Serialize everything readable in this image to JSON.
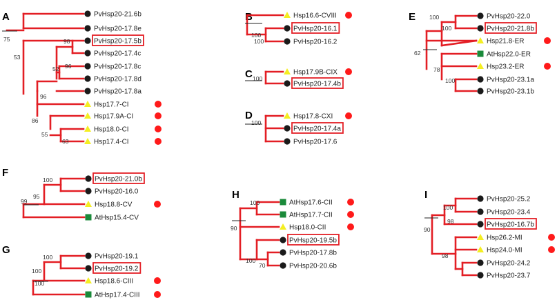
{
  "colors": {
    "branch": "#e31e24",
    "pv_marker": "#1a1a1a",
    "hsp_marker": "#f4ee22",
    "at_marker": "#1a8a3a",
    "dot": "#ff1a1a",
    "highlight_box": "#e31e24"
  },
  "markers": {
    "pv": "black-circle",
    "rice": "yellow-triangle",
    "arabidopsis": "green-square",
    "flag": "red-dot"
  },
  "panels": [
    {
      "letter": "A",
      "leaves": [
        {
          "label": "PvHsp20-21.6b",
          "marker": "pv",
          "boxed": false,
          "dot": false
        },
        {
          "label": "PvHsp20-17.8e",
          "marker": "pv",
          "boxed": false,
          "dot": false
        },
        {
          "label": "PvHsp20-17.5b",
          "marker": "pv",
          "boxed": true,
          "dot": false
        },
        {
          "label": "PvHsp20-17.4c",
          "marker": "pv",
          "boxed": false,
          "dot": false
        },
        {
          "label": "PvHsp20-17.8c",
          "marker": "pv",
          "boxed": false,
          "dot": false
        },
        {
          "label": "PvHsp20-17.8d",
          "marker": "pv",
          "boxed": false,
          "dot": false
        },
        {
          "label": "PvHsp20-17.8a",
          "marker": "pv",
          "boxed": false,
          "dot": false
        },
        {
          "label": "Hsp17.7-CI",
          "marker": "rice",
          "boxed": false,
          "dot": true
        },
        {
          "label": "Hsp17.9A-CI",
          "marker": "rice",
          "boxed": false,
          "dot": true
        },
        {
          "label": "Hsp18.0-CI",
          "marker": "rice",
          "boxed": false,
          "dot": true
        },
        {
          "label": "Hsp17.4-CI",
          "marker": "rice",
          "boxed": false,
          "dot": true
        }
      ],
      "bootstrap": [
        "75",
        "53",
        "98",
        "96",
        "52",
        "96",
        "86",
        "55",
        "63"
      ]
    },
    {
      "letter": "B",
      "leaves": [
        {
          "label": "Hsp16.6-CVIII",
          "marker": "rice",
          "boxed": false,
          "dot": true
        },
        {
          "label": "PvHsp20-16.1",
          "marker": "pv",
          "boxed": true,
          "dot": false
        },
        {
          "label": "PvHsp20-16.2",
          "marker": "pv",
          "boxed": false,
          "dot": false
        }
      ],
      "bootstrap": [
        "100",
        "100"
      ]
    },
    {
      "letter": "C",
      "leaves": [
        {
          "label": "Hsp17.9B-CIX",
          "marker": "rice",
          "boxed": false,
          "dot": true
        },
        {
          "label": "PvHsp20-17.4b",
          "marker": "pv",
          "boxed": true,
          "dot": false
        }
      ],
      "bootstrap": [
        "100"
      ]
    },
    {
      "letter": "D",
      "leaves": [
        {
          "label": "Hsp17.8-CXI",
          "marker": "rice",
          "boxed": false,
          "dot": true
        },
        {
          "label": "PvHsp20-17.4a",
          "marker": "pv",
          "boxed": true,
          "dot": false
        },
        {
          "label": "PvHsp20-17.6",
          "marker": "pv",
          "boxed": false,
          "dot": false
        }
      ],
      "bootstrap": [
        "100"
      ]
    },
    {
      "letter": "E",
      "leaves": [
        {
          "label": "PvHsp20-22.0",
          "marker": "pv",
          "boxed": false,
          "dot": false
        },
        {
          "label": "PvHsp20-21.8b",
          "marker": "pv",
          "boxed": true,
          "dot": false
        },
        {
          "label": "Hsp21.8-ER",
          "marker": "rice",
          "boxed": false,
          "dot": true
        },
        {
          "label": "AtHsp22.0-ER",
          "marker": "at",
          "boxed": false,
          "dot": false
        },
        {
          "label": "Hsp23.2-ER",
          "marker": "rice",
          "boxed": false,
          "dot": true
        },
        {
          "label": "PvHsp20-23.1a",
          "marker": "pv",
          "boxed": false,
          "dot": false
        },
        {
          "label": "PvHsp20-23.1b",
          "marker": "pv",
          "boxed": false,
          "dot": false
        }
      ],
      "bootstrap": [
        "100",
        "100",
        "62",
        "78",
        "100"
      ]
    },
    {
      "letter": "F",
      "leaves": [
        {
          "label": "PvHsp20-21.0b",
          "marker": "pv",
          "boxed": true,
          "dot": false
        },
        {
          "label": "PvHsp20-16.0",
          "marker": "pv",
          "boxed": false,
          "dot": false
        },
        {
          "label": "Hsp18.8-CV",
          "marker": "rice",
          "boxed": false,
          "dot": true
        },
        {
          "label": "AtHsp15.4-CV",
          "marker": "at",
          "boxed": false,
          "dot": false
        }
      ],
      "bootstrap": [
        "100",
        "95",
        "99"
      ]
    },
    {
      "letter": "G",
      "leaves": [
        {
          "label": "PvHsp20-19.1",
          "marker": "pv",
          "boxed": false,
          "dot": false
        },
        {
          "label": "PvHsp20-19.2",
          "marker": "pv",
          "boxed": true,
          "dot": false
        },
        {
          "label": "Hsp18.6-CIII",
          "marker": "rice",
          "boxed": false,
          "dot": true
        },
        {
          "label": "AtHsp17.4-CIII",
          "marker": "at",
          "boxed": false,
          "dot": true
        }
      ],
      "bootstrap": [
        "100",
        "100",
        "100"
      ]
    },
    {
      "letter": "H",
      "leaves": [
        {
          "label": "AtHsp17.6-CII",
          "marker": "at",
          "boxed": false,
          "dot": true
        },
        {
          "label": "AtHsp17.7-CII",
          "marker": "at",
          "boxed": false,
          "dot": true
        },
        {
          "label": "Hsp18.0-CII",
          "marker": "rice",
          "boxed": false,
          "dot": true
        },
        {
          "label": "PvHsp20-19.5b",
          "marker": "pv",
          "boxed": true,
          "dot": false
        },
        {
          "label": "PvHsp20-17.8b",
          "marker": "pv",
          "boxed": false,
          "dot": false
        },
        {
          "label": "PvHsp20-20.6b",
          "marker": "pv",
          "boxed": false,
          "dot": false
        }
      ],
      "bootstrap": [
        "100",
        "90",
        "100",
        "70"
      ]
    },
    {
      "letter": "I",
      "leaves": [
        {
          "label": "PvHsp20-25.2",
          "marker": "pv",
          "boxed": false,
          "dot": false
        },
        {
          "label": "PvHsp20-23.4",
          "marker": "pv",
          "boxed": false,
          "dot": false
        },
        {
          "label": "PvHsp20-16.7b",
          "marker": "pv",
          "boxed": true,
          "dot": false
        },
        {
          "label": "Hsp26.2-MI",
          "marker": "rice",
          "boxed": false,
          "dot": true
        },
        {
          "label": "Hsp24.0-MI",
          "marker": "rice",
          "boxed": false,
          "dot": true
        },
        {
          "label": "PvHsp20-24.2",
          "marker": "pv",
          "boxed": false,
          "dot": false
        },
        {
          "label": "PvHsp20-23.7",
          "marker": "pv",
          "boxed": false,
          "dot": false
        }
      ],
      "bootstrap": [
        "100",
        "98",
        "90",
        "98"
      ]
    }
  ]
}
